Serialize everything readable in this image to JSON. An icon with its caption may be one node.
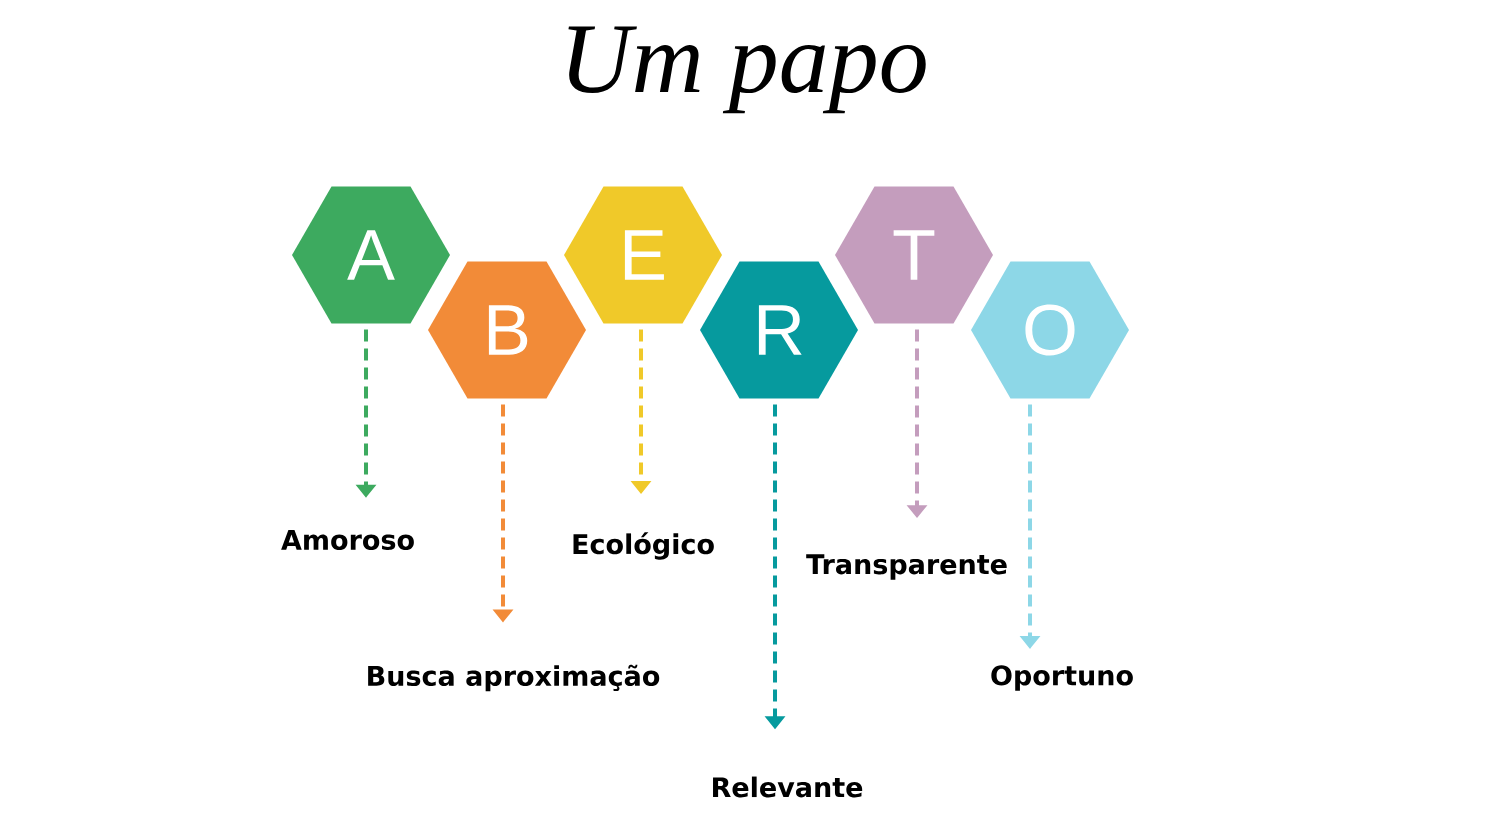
{
  "diagram": {
    "title": "Um papo",
    "nodes": [
      {
        "text": [
          "A"
        ]
      },
      {
        "text": [
          "B"
        ]
      },
      {
        "text": [
          "E"
        ]
      },
      {
        "text": [
          "R"
        ]
      },
      {
        "text": [
          "T"
        ]
      },
      {
        "text": [
          "O"
        ]
      },
      {
        "text": [
          "Amoroso"
        ]
      },
      {
        "text": [
          "Busca aproximação"
        ]
      },
      {
        "text": [
          "Ecológico"
        ]
      },
      {
        "text": [
          "Relevante"
        ]
      },
      {
        "text": [
          "Transparente"
        ]
      },
      {
        "text": [
          "Oportuno"
        ]
      }
    ],
    "edges": [
      {
        "from": 0,
        "to": 6,
        "arrow": "to",
        "style": "dashed",
        "color": "#3daa5f"
      },
      {
        "from": 1,
        "to": 7,
        "arrow": "to",
        "style": "dashed",
        "color": "#f28b38"
      },
      {
        "from": 2,
        "to": 8,
        "arrow": "to",
        "style": "dashed",
        "color": "#f0c929"
      },
      {
        "from": 3,
        "to": 9,
        "arrow": "to",
        "style": "dashed",
        "color": "#069a9e"
      },
      {
        "from": 4,
        "to": 10,
        "arrow": "to",
        "style": "dashed",
        "color": "#c49dbd"
      },
      {
        "from": 5,
        "to": 11,
        "arrow": "to",
        "style": "dashed",
        "color": "#8dd7e7"
      }
    ]
  }
}
